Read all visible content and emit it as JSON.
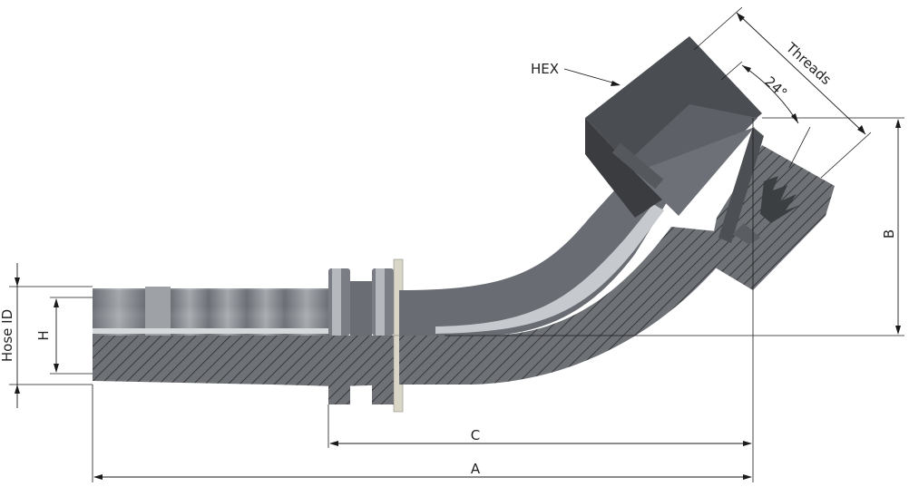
{
  "labels": {
    "hex": "HEX",
    "threads": "Threads",
    "angle": "24°",
    "b": "B",
    "hose_id": "Hose ID",
    "h": "H",
    "c": "C",
    "a": "A"
  },
  "colors": {
    "steel_dark": "#5a5d62",
    "steel_mid": "#8a8e94",
    "steel_light": "#c9ccd0",
    "section_fill": "#6e7176",
    "hatch": "#2a2b2d",
    "washer": "#d9d6c8",
    "line": "#1a1a1a"
  }
}
